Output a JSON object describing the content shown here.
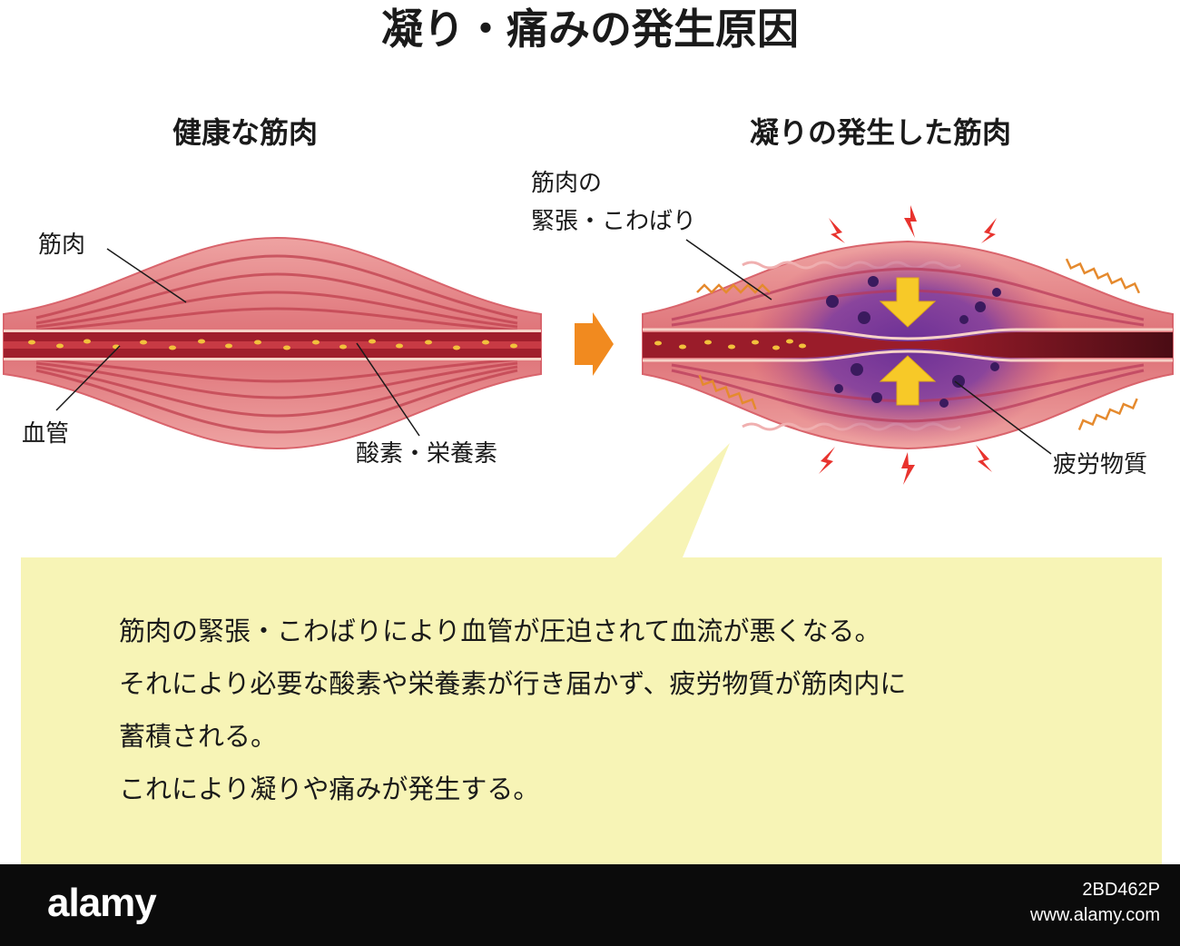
{
  "title": "凝り・痛みの発生原因",
  "healthy": {
    "title": "健康な筋肉",
    "labels": {
      "muscle": "筋肉",
      "vessel": "血管",
      "nutrients": "酸素・栄養素"
    }
  },
  "stiff": {
    "title": "凝りの発生した筋肉",
    "labels": {
      "tension_line1": "筋肉の",
      "tension_line2": "緊張・こわばり",
      "fatigue": "疲労物質"
    }
  },
  "explanation": {
    "lines": [
      "筋肉の緊張・こわばりにより血管が圧迫されて血流が悪くなる。",
      "それにより必要な酸素や栄養素が行き届かず、疲労物質が筋肉内に",
      "蓄積される。",
      "これにより凝りや痛みが発生する。"
    ]
  },
  "footer": {
    "logo": "alamy",
    "image_id": "2BD462P",
    "site": "www.alamy.com"
  },
  "colors": {
    "muscle_outer": "#e99a9a",
    "muscle_mid": "#d9646c",
    "fiber_line": "#c0404e",
    "vessel": "#8c1826",
    "vessel_core": "#c2323c",
    "nutrient": "#f2c03c",
    "arrow_orange": "#f18a1f",
    "arrow_yellow": "#f7c928",
    "fatigue_purple": "#5b2a8c",
    "bolt_red": "#e8332e",
    "box_fill": "#f7f4b6"
  }
}
